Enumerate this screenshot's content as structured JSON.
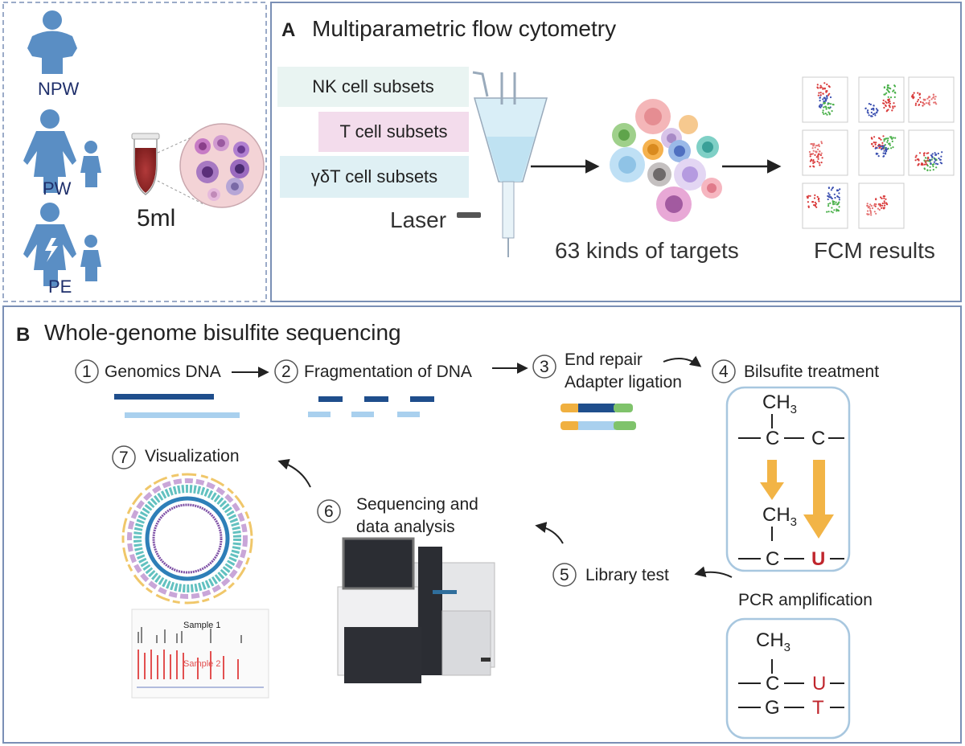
{
  "sample_panel": {
    "groups": [
      "NPW",
      "PW",
      "PE"
    ],
    "volume": "5ml"
  },
  "panel_a": {
    "letter": "A",
    "title": "Multiparametric flow cytometry",
    "cell_subsets": [
      "NK cell subsets",
      "T cell subsets",
      "γδT cell subsets"
    ],
    "laser_label": "Laser",
    "targets_label": "63 kinds of targets",
    "results_label": "FCM results"
  },
  "panel_b": {
    "letter": "B",
    "title": "Whole-genome bisulfite sequencing",
    "steps": [
      {
        "num": "1",
        "label": "Genomics DNA"
      },
      {
        "num": "2",
        "label": "Fragmentation of DNA"
      },
      {
        "num": "3",
        "label": "End repair",
        "label2": "Adapter ligation"
      },
      {
        "num": "4",
        "label": "Bilsufite treatment"
      },
      {
        "num": "5",
        "label": "Library test"
      },
      {
        "num": "6",
        "label": "Sequencing and",
        "label2": "data analysis"
      },
      {
        "num": "7",
        "label": "Visualization"
      }
    ],
    "pcr_label": "PCR amplification",
    "chem": {
      "ch3": "CH",
      "sub3": "3",
      "c": "C",
      "u": "U",
      "g": "G",
      "t": "T"
    },
    "plot_labels": [
      "Sample 1",
      "Sample 2"
    ]
  },
  "colors": {
    "frame": "#7a8fb5",
    "dna_dark": "#1f4e8c",
    "dna_light": "#a9d0ee",
    "adapter_orange": "#f0b040",
    "adapter_green": "#7fc36b",
    "arrow_orange": "#f2b446",
    "chem_red": "#c0262d",
    "person_blue": "#5a8ec4"
  }
}
